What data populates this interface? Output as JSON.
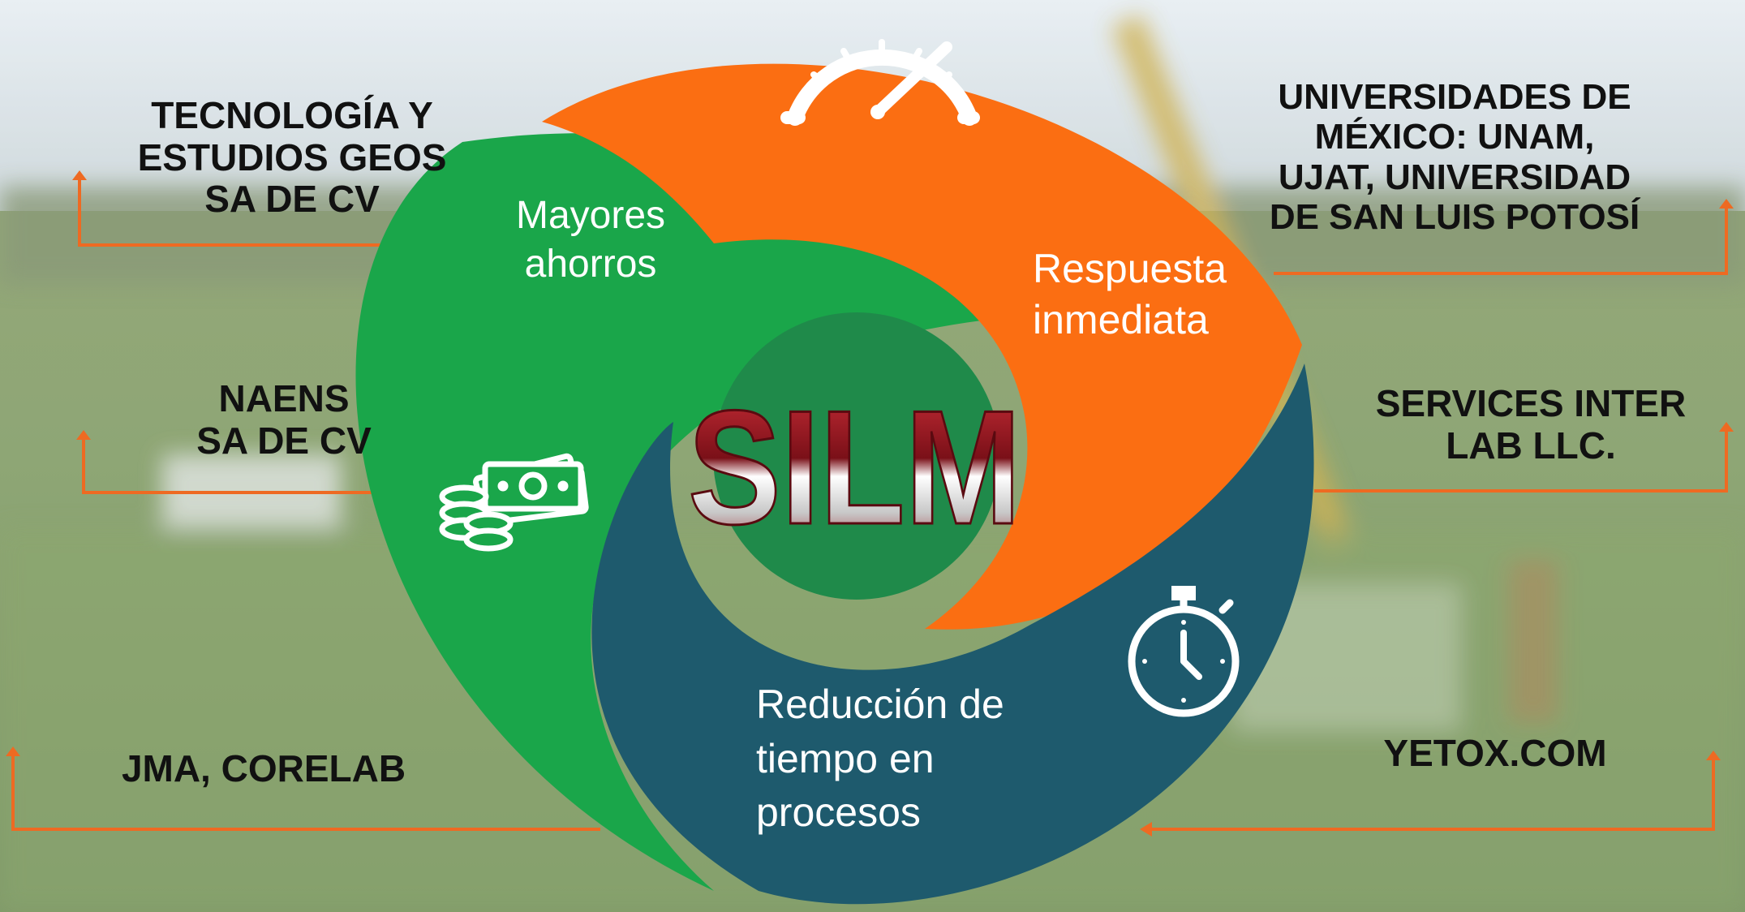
{
  "center": {
    "logo_text": "SILM"
  },
  "petals": {
    "green": {
      "color": "#1aa64a",
      "label_lines": [
        "Mayores",
        "ahorros"
      ],
      "icon": "money-icon"
    },
    "orange": {
      "color": "#fb6e12",
      "label_lines": [
        "Respuesta",
        "inmediata"
      ],
      "icon": "speedometer-icon"
    },
    "teal": {
      "color": "#1e5a6d",
      "label_lines": [
        "Reducción de",
        "tiempo en",
        "procesos"
      ],
      "icon": "stopwatch-icon"
    }
  },
  "partners": {
    "left_top": {
      "lines": [
        "TECNOLOGÍA Y",
        "ESTUDIOS GEOS",
        "SA DE CV"
      ]
    },
    "left_middle": {
      "lines": [
        "NAENS",
        "SA DE CV"
      ]
    },
    "left_bottom": {
      "lines": [
        "JMA, CORELAB"
      ]
    },
    "right_top": {
      "lines": [
        "UNIVERSIDADES DE",
        "MÉXICO: UNAM,",
        "UJAT, UNIVERSIDAD",
        "DE SAN LUIS POTOSÍ"
      ]
    },
    "right_middle": {
      "lines": [
        "SERVICES INTER",
        "LAB LLC."
      ]
    },
    "right_bottom": {
      "lines": [
        "YETOX.COM"
      ]
    }
  },
  "colors": {
    "connector": "#ee6a22",
    "logo_red": "#a01f28",
    "center_green": "#1f8a4a"
  }
}
